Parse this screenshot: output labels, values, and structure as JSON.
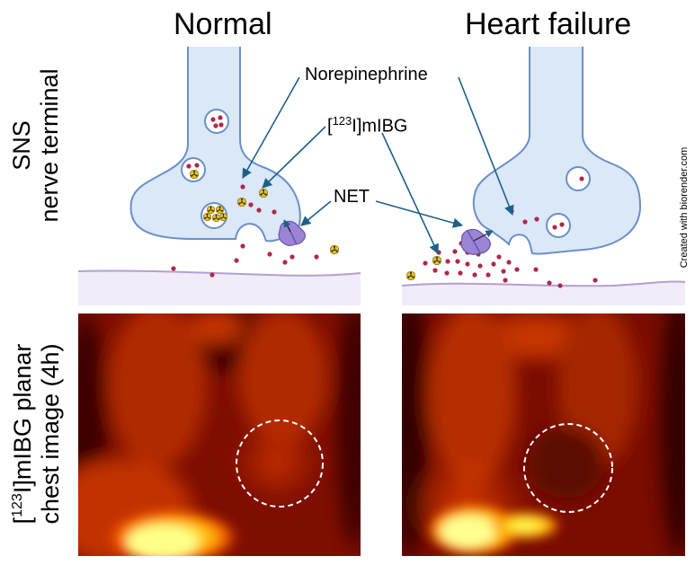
{
  "columns": {
    "normal": "Normal",
    "heart_failure": "Heart failure"
  },
  "rows": {
    "sns": [
      "SNS",
      "nerve terminal"
    ],
    "planar": {
      "line1_pre": "[",
      "line1_sup": "123",
      "line1_post": "I]mIBG planar",
      "line2": "chest image (4h)"
    }
  },
  "annotations": {
    "norepinephrine": "Norepinephrine",
    "mibg_pre": "[",
    "mibg_sup": "123",
    "mibg_post": "I]mIBG",
    "net": "NET"
  },
  "credit": "Created with biorender.com",
  "colors": {
    "terminal_fill": "#dbe8f8",
    "terminal_stroke": "#6a8fc9",
    "norepinephrine_dot": "#b0284a",
    "transporter": "#9a84d6",
    "membrane": "#b49fd2",
    "arrow": "#1e6088",
    "radiotracer": "#d4b020"
  }
}
